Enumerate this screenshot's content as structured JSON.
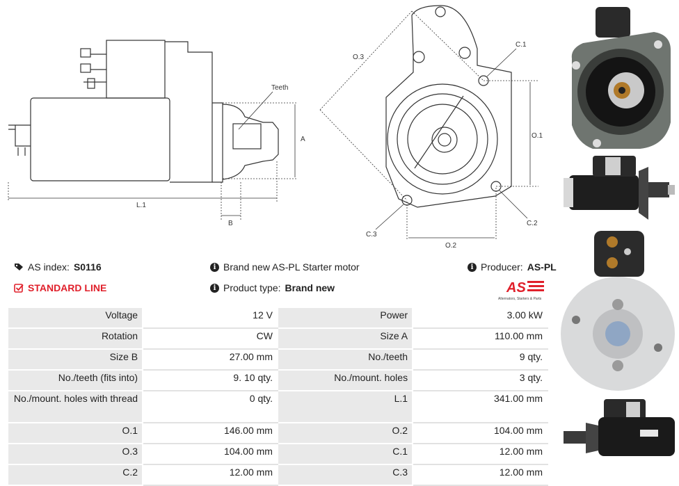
{
  "drawing": {
    "labels": {
      "teeth": "Teeth",
      "a": "A",
      "b": "B",
      "l1": "L.1",
      "o3": "O.3",
      "c1": "C.1",
      "o1": "O.1",
      "c2": "C.2",
      "c3": "C.3",
      "o2": "O.2"
    }
  },
  "info": {
    "as_index_label": "AS index:",
    "as_index_value": "S0116",
    "line": "STANDARD LINE",
    "description": "Brand new AS-PL Starter motor",
    "product_type_label": "Product type:",
    "product_type_value": "Brand new",
    "producer_label": "Producer:",
    "producer_value": "AS-PL",
    "logo_text": "AS",
    "logo_tagline": "Alternators, Starters & Parts"
  },
  "specs": [
    [
      {
        "k": "Voltage",
        "v": "12 V"
      },
      {
        "k": "Power",
        "v": "3.00 kW"
      }
    ],
    [
      {
        "k": "Rotation",
        "v": "CW"
      },
      {
        "k": "Size A",
        "v": "110.00 mm"
      }
    ],
    [
      {
        "k": "Size B",
        "v": "27.00 mm"
      },
      {
        "k": "No./teeth",
        "v": "9 qty."
      }
    ],
    [
      {
        "k": "No./teeth (fits into)",
        "v": "9. 10 qty."
      },
      {
        "k": "No./mount. holes",
        "v": "3 qty."
      }
    ],
    [
      {
        "k": "No./mount. holes with thread",
        "v": "0 qty."
      },
      {
        "k": "L.1",
        "v": "341.00 mm"
      }
    ],
    [
      {
        "k": "O.1",
        "v": "146.00 mm"
      },
      {
        "k": "O.2",
        "v": "104.00 mm"
      }
    ],
    [
      {
        "k": "O.3",
        "v": "104.00 mm"
      },
      {
        "k": "C.1",
        "v": "12.00 mm"
      }
    ],
    [
      {
        "k": "C.2",
        "v": "12.00 mm"
      },
      {
        "k": "C.3",
        "v": "12.00 mm"
      }
    ]
  ],
  "colors": {
    "accent": "#e0202b",
    "table_key_bg": "#e9e9e9"
  }
}
